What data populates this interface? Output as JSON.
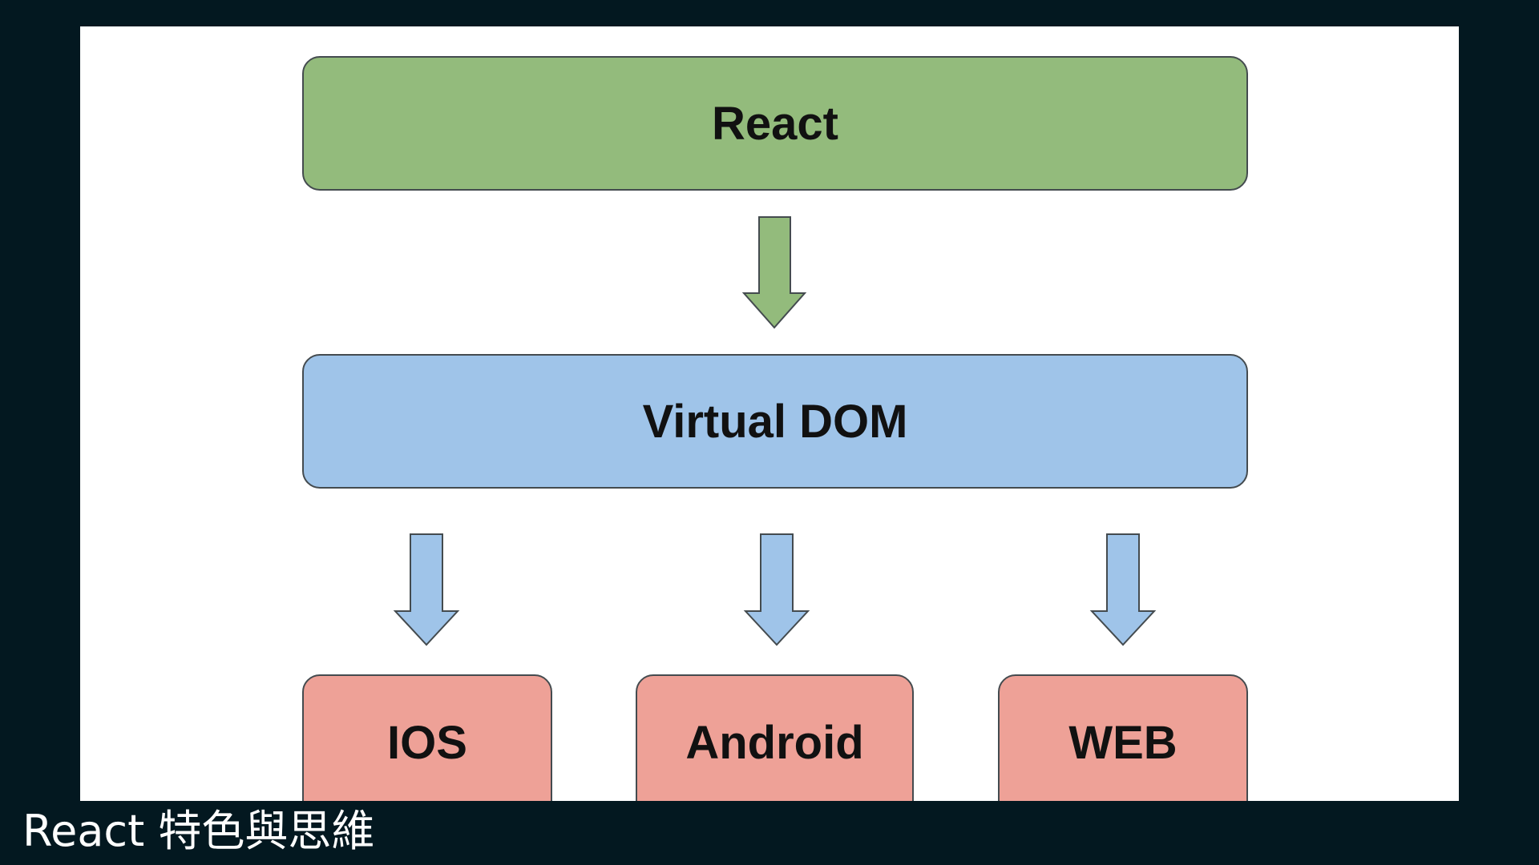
{
  "diagram": {
    "top_node": {
      "label": "React",
      "color": "#93bb7c"
    },
    "middle_node": {
      "label": "Virtual DOM",
      "color": "#9fc4e9"
    },
    "platform_nodes": [
      {
        "label": "IOS",
        "color": "#eea197"
      },
      {
        "label": "Android",
        "color": "#eea197"
      },
      {
        "label": "WEB",
        "color": "#eea197"
      }
    ],
    "edges": [
      {
        "from": "React",
        "to": "Virtual DOM",
        "color": "#93bb7c"
      },
      {
        "from": "Virtual DOM",
        "to": "IOS",
        "color": "#9fc4e9"
      },
      {
        "from": "Virtual DOM",
        "to": "Android",
        "color": "#9fc4e9"
      },
      {
        "from": "Virtual DOM",
        "to": "WEB",
        "color": "#9fc4e9"
      }
    ]
  },
  "caption": {
    "text": "React 特色與思維"
  }
}
